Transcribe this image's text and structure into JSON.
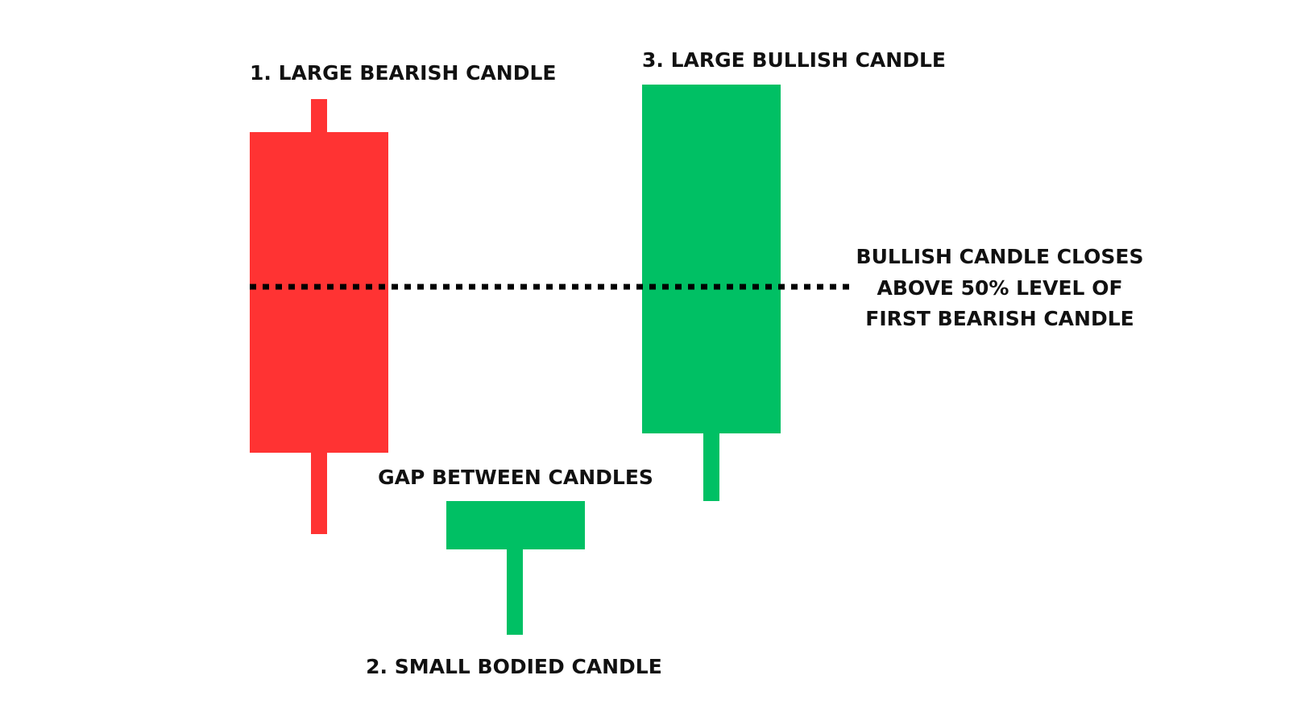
{
  "colors": {
    "bearish": "#ff3333",
    "bullish": "#00c064",
    "midline": "#000000",
    "text": "#111111"
  },
  "labels": {
    "candle1": "1. LARGE BEARISH CANDLE",
    "candle2": "2. SMALL BODIED CANDLE",
    "candle3": "3. LARGE BULLISH CANDLE",
    "gap": "GAP BETWEEN CANDLES",
    "note_line1": "BULLISH CANDLE CLOSES",
    "note_line2": "ABOVE 50% LEVEL OF",
    "note_line3": "FIRST BEARISH CANDLE"
  }
}
